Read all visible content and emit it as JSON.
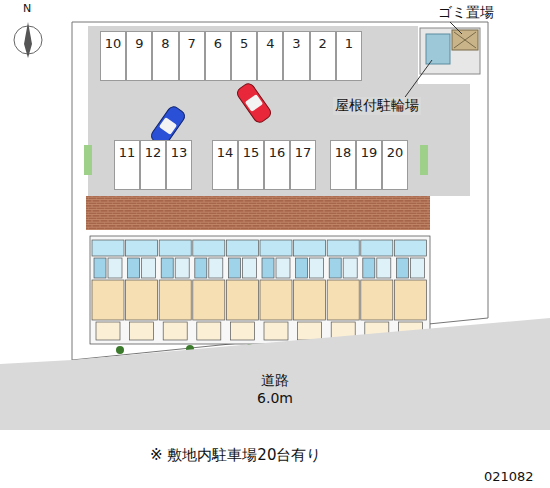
{
  "diagram": {
    "nodes": [
      {
        "text": [
          "10"
        ]
      },
      {
        "text": [
          "9"
        ]
      },
      {
        "text": [
          "8"
        ]
      },
      {
        "text": [
          "7"
        ]
      },
      {
        "text": [
          "6"
        ]
      },
      {
        "text": [
          "5"
        ]
      },
      {
        "text": [
          "4"
        ]
      },
      {
        "text": [
          "3"
        ]
      },
      {
        "text": [
          "2"
        ]
      },
      {
        "text": [
          "1"
        ]
      },
      {
        "text": [
          "11"
        ]
      },
      {
        "text": [
          "12"
        ]
      },
      {
        "text": [
          "13"
        ]
      },
      {
        "text": [
          "14"
        ]
      },
      {
        "text": [
          "15"
        ]
      },
      {
        "text": [
          "16"
        ]
      },
      {
        "text": [
          "17"
        ]
      },
      {
        "text": [
          "18"
        ]
      },
      {
        "text": [
          "19"
        ]
      },
      {
        "text": [
          "20"
        ]
      },
      {
        "text": [
          "道路",
          "6.0m"
        ]
      }
    ],
    "labels": [
      "N",
      "ゴミ置場",
      "屋根付駐輪場",
      "※ 敷地内駐車場20台有り",
      "021082"
    ]
  }
}
